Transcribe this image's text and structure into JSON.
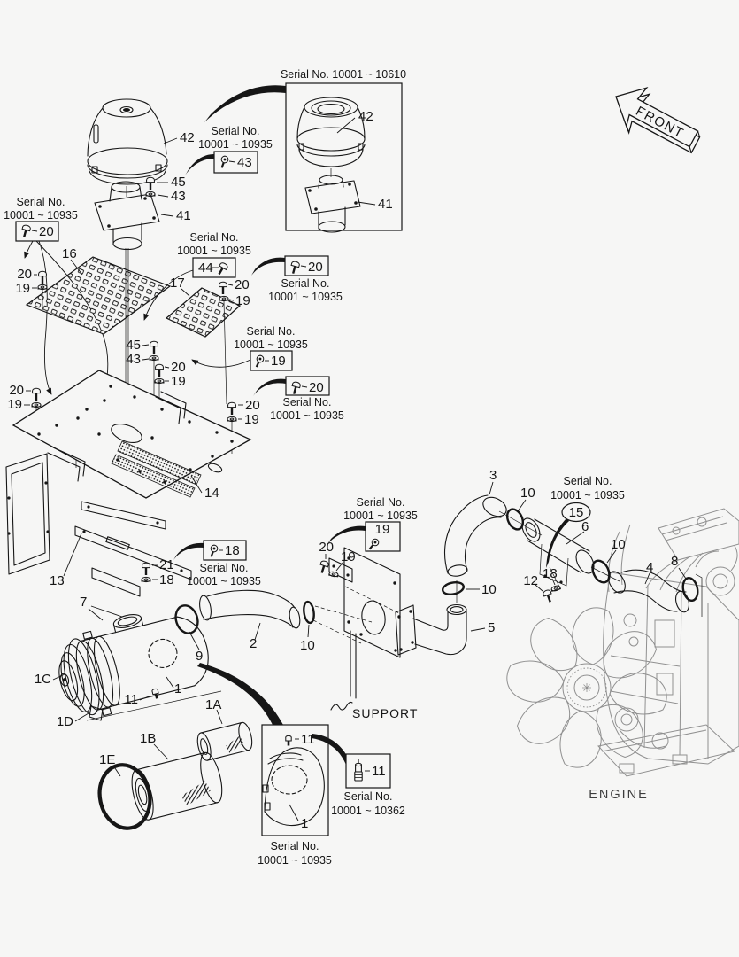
{
  "texts": {
    "front": "FRONT",
    "engine": "ENGINE",
    "support": "SUPPORT"
  },
  "serials": {
    "label": "Serial No.",
    "range_main": "10001 ~ 10935",
    "range_top_full": "Serial No.  10001 ~ 10610",
    "range_sensor": "10001 ~ 10362"
  },
  "parts": {
    "p1": "1",
    "p1a": "1A",
    "p1b": "1B",
    "p1c": "1C",
    "p1d": "1D",
    "p1e": "1E",
    "p2": "2",
    "p3": "3",
    "p4": "4",
    "p5": "5",
    "p6": "6",
    "p7": "7",
    "p8": "8",
    "p9": "9",
    "p10": "10",
    "p11": "11",
    "p12": "12",
    "p13": "13",
    "p14": "14",
    "p15": "15",
    "p16": "16",
    "p17": "17",
    "p18": "18",
    "p19": "19",
    "p20": "20",
    "p21": "21",
    "p41": "41",
    "p42": "42",
    "p43": "43",
    "p44": "44",
    "p45": "45"
  }
}
